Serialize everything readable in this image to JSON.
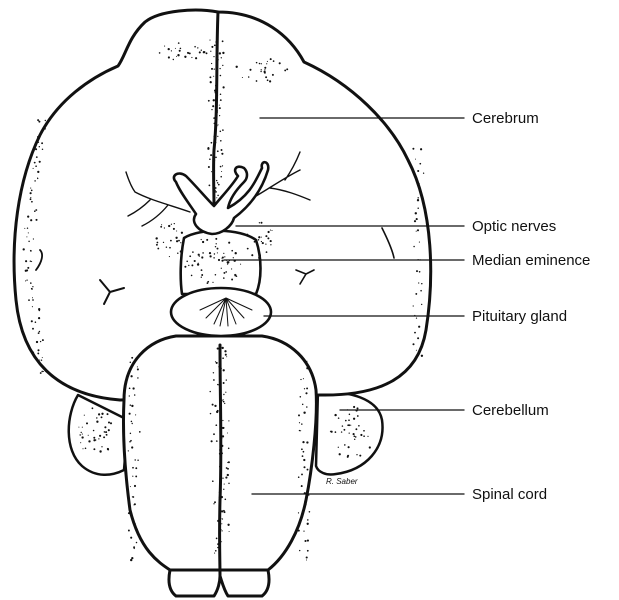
{
  "labels": [
    {
      "id": "cerebrum",
      "text": "Cerebrum"
    },
    {
      "id": "optic",
      "text": "Optic nerves"
    },
    {
      "id": "median",
      "text": "Median eminence"
    },
    {
      "id": "pituitary",
      "text": "Pituitary gland"
    },
    {
      "id": "cerebellum",
      "text": "Cerebellum"
    },
    {
      "id": "spinal",
      "text": "Spinal cord"
    }
  ],
  "signature": "R. Saber",
  "ink_color": "#111111",
  "paper_color": "#ffffff"
}
